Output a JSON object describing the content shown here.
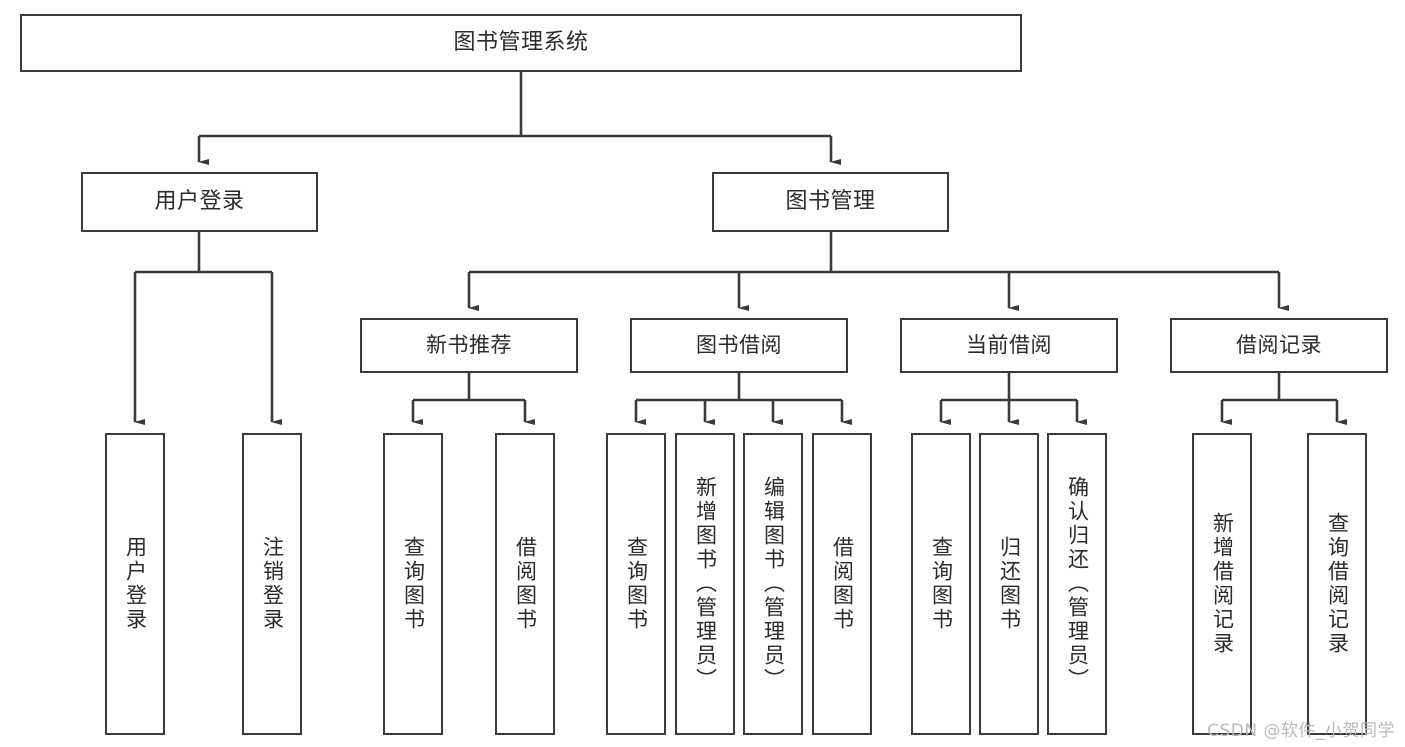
{
  "diagram": {
    "title": "图书管理系统",
    "type": "hierarchy-tree",
    "root": {
      "id": "root",
      "label": "图书管理系统"
    },
    "level1": [
      {
        "id": "user-login",
        "label": "用户登录"
      },
      {
        "id": "book-manage",
        "label": "图书管理"
      }
    ],
    "level2": [
      {
        "id": "new-book-rec",
        "label": "新书推荐",
        "parent": "book-manage"
      },
      {
        "id": "book-borrow",
        "label": "图书借阅",
        "parent": "book-manage"
      },
      {
        "id": "current-borrow",
        "label": "当前借阅",
        "parent": "book-manage"
      },
      {
        "id": "borrow-record",
        "label": "借阅记录",
        "parent": "book-manage"
      }
    ],
    "leaves": [
      {
        "id": "leaf-user-login",
        "label": "用户登录",
        "parent": "user-login"
      },
      {
        "id": "leaf-logout",
        "label": "注销登录",
        "parent": "user-login"
      },
      {
        "id": "leaf-query-book-1",
        "label": "查询图书",
        "parent": "new-book-rec"
      },
      {
        "id": "leaf-borrow-book-1",
        "label": "借阅图书",
        "parent": "new-book-rec"
      },
      {
        "id": "leaf-query-book-2",
        "label": "查询图书",
        "parent": "book-borrow"
      },
      {
        "id": "leaf-add-book",
        "label": "新增图书（管理员）",
        "parent": "book-borrow"
      },
      {
        "id": "leaf-edit-book",
        "label": "编辑图书（管理员）",
        "parent": "book-borrow"
      },
      {
        "id": "leaf-borrow-book-2",
        "label": "借阅图书",
        "parent": "book-borrow"
      },
      {
        "id": "leaf-query-book-3",
        "label": "查询图书",
        "parent": "current-borrow"
      },
      {
        "id": "leaf-return-book",
        "label": "归还图书",
        "parent": "current-borrow"
      },
      {
        "id": "leaf-confirm-return",
        "label": "确认归还（管理员）",
        "parent": "current-borrow"
      },
      {
        "id": "leaf-add-record",
        "label": "新增借阅记录",
        "parent": "borrow-record"
      },
      {
        "id": "leaf-query-record",
        "label": "查询借阅记录",
        "parent": "borrow-record"
      }
    ]
  },
  "watermark": {
    "text": "CSDN @软件_小贺同学"
  },
  "colors": {
    "border": "#3a3a3a",
    "text": "#2b2b2b",
    "background": "#ffffff",
    "watermark": "#b9b9b9"
  }
}
